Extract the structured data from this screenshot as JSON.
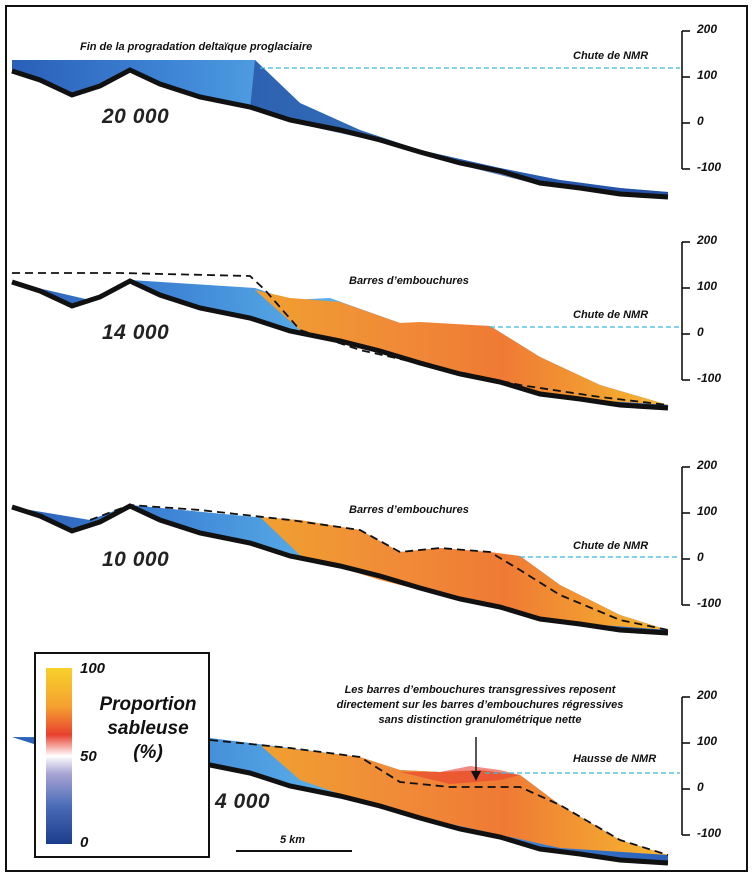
{
  "panels": [
    {
      "age": "20 000",
      "note": "Fin de la progradation deltaïque proglaciaire",
      "nmr_label": "Chute de NMR"
    },
    {
      "age": "14 000",
      "note": "Barres d’embouchures",
      "nmr_label": "Chute de NMR"
    },
    {
      "age": "10 000",
      "note": "Barres d’embouchures",
      "nmr_label": "Chute de NMR"
    },
    {
      "age": "4 000",
      "note": "Les barres d’embouchures transgressives reposent\ndirectement sur les barres d’embouchures régressives\nsans distinction granulométrique nette",
      "nmr_label": "Hausse de NMR"
    }
  ],
  "axis_ticks": [
    "200",
    "100",
    "0",
    "-100"
  ],
  "legend": {
    "title_line1": "Proportion",
    "title_line2": "sableuse",
    "title_line3": "(%)",
    "ticks": [
      "100",
      "50",
      "0"
    ]
  },
  "scale_bar": {
    "label": "5 km"
  },
  "colors": {
    "sand_high": "#f7d12a",
    "sand_mid": "#f5a030",
    "red": "#e84030",
    "fines_light": "#4aa8e0",
    "fines_dark": "#1a3c8c",
    "nmr_line": "#3db8e0"
  }
}
